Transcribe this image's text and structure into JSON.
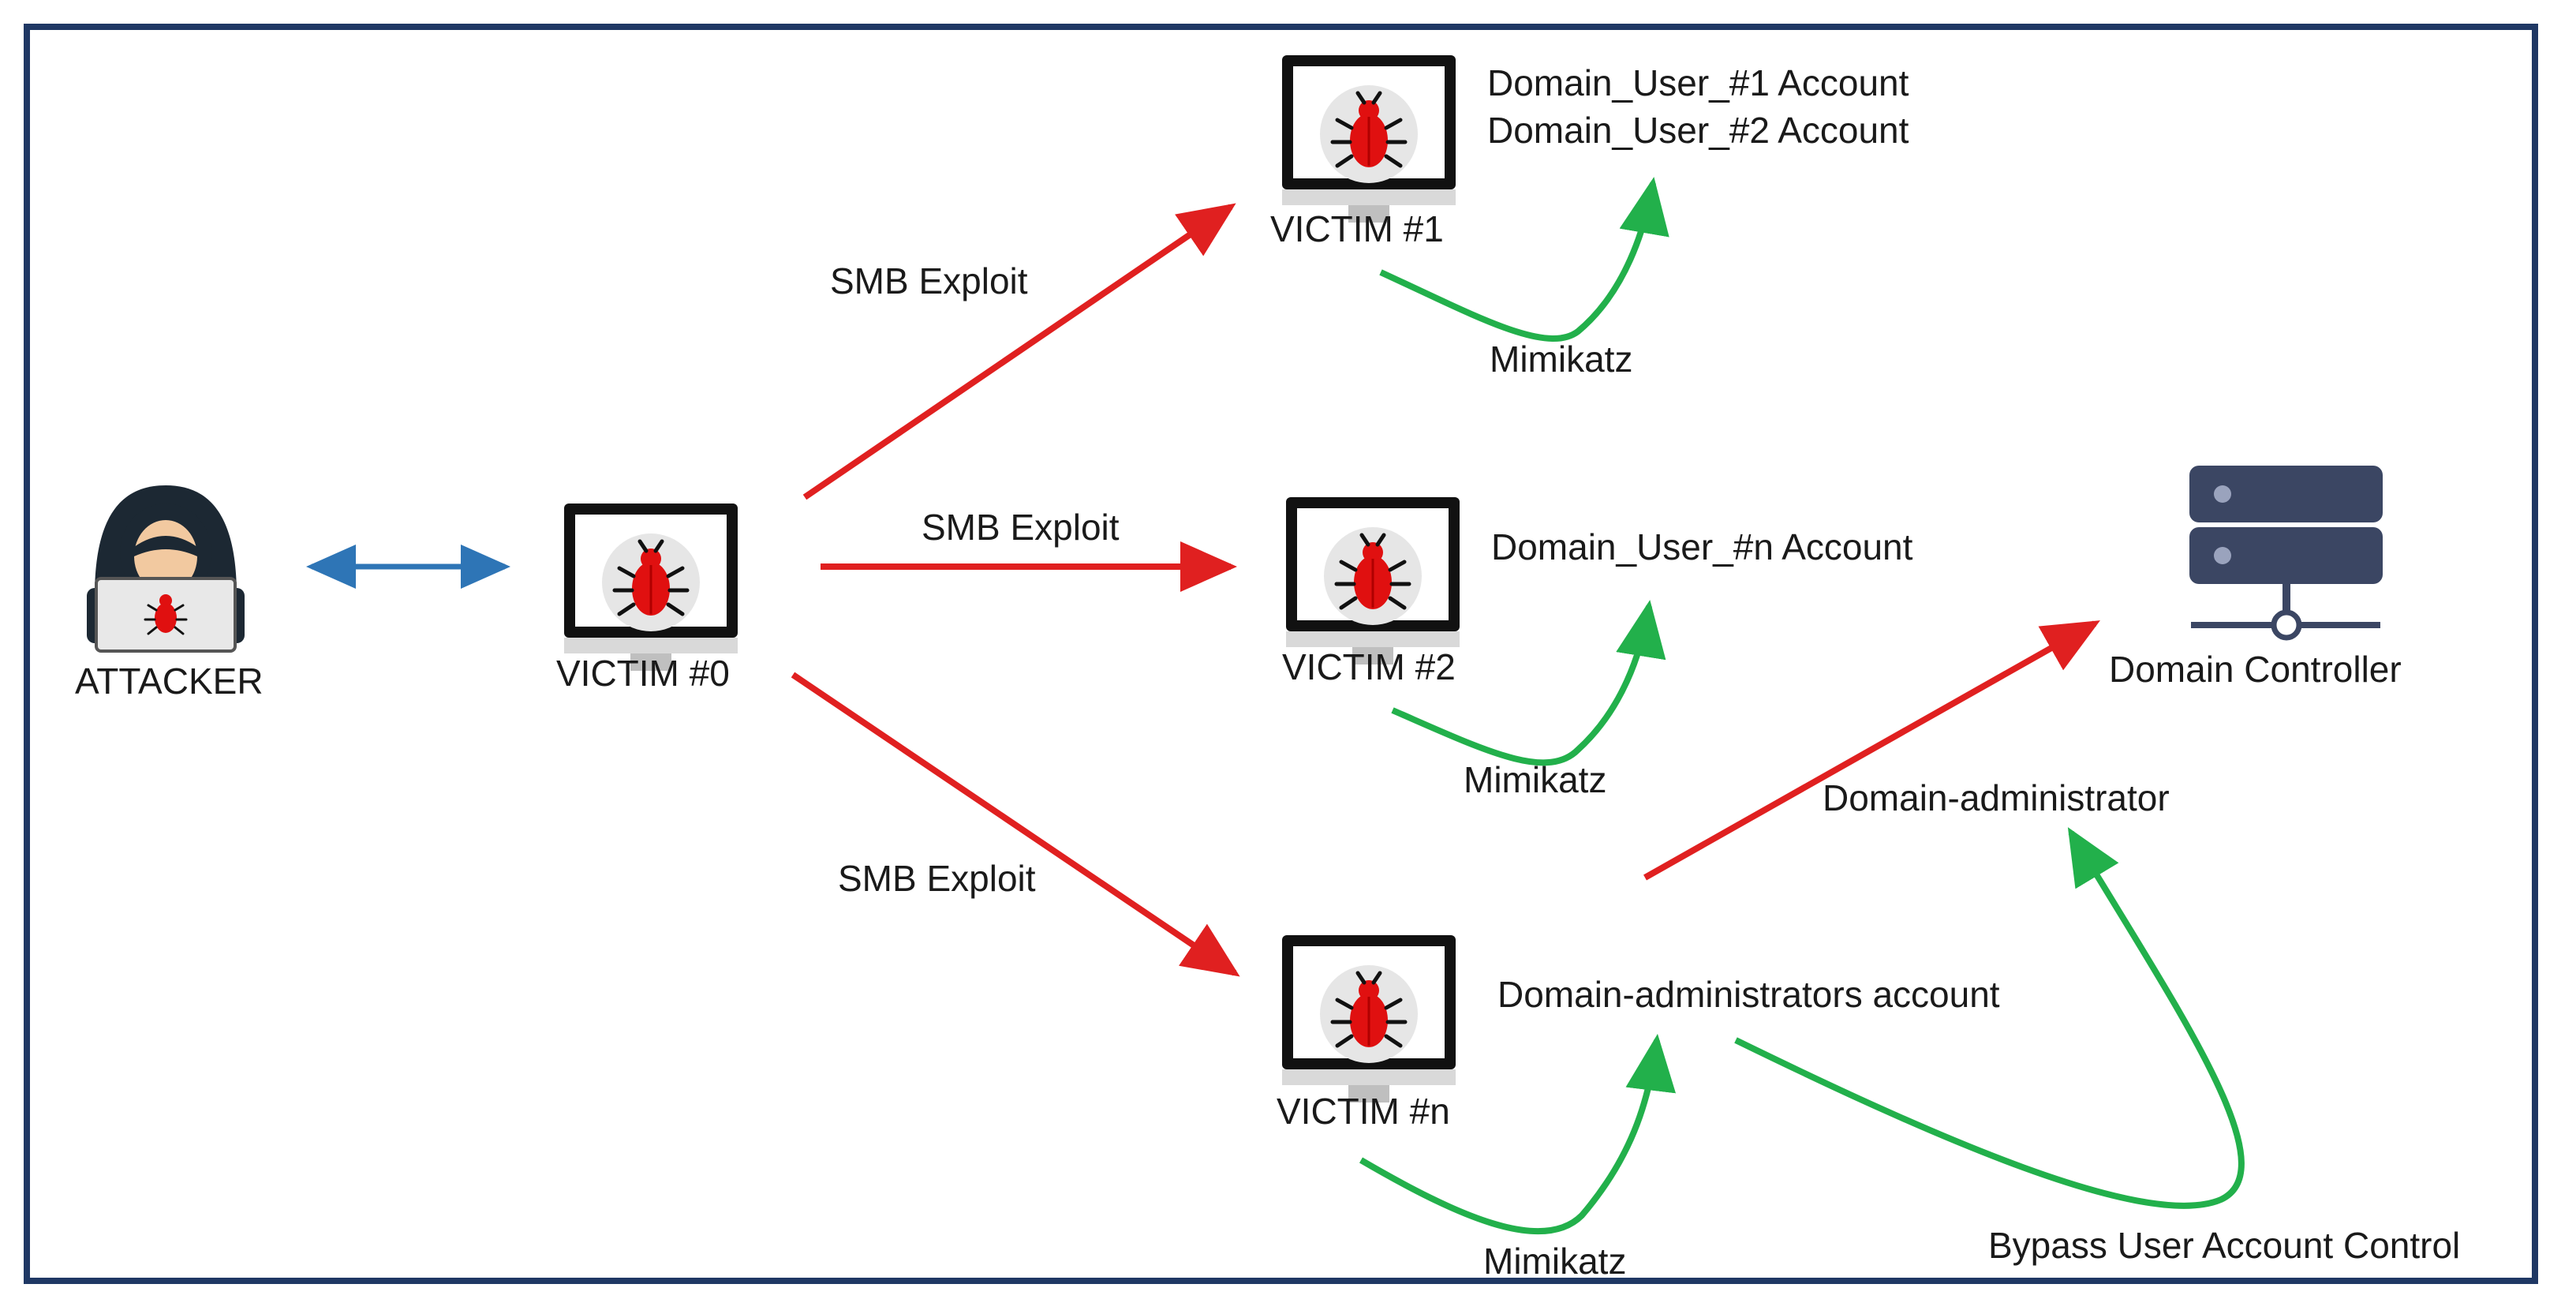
{
  "nodes": {
    "attacker": "ATTACKER",
    "victim0": "VICTIM #0",
    "victim1": "VICTIM #1",
    "victim2": "VICTIM #2",
    "victimN": "VICTIM #n",
    "dc": "Domain Controller"
  },
  "edges": {
    "smb1": "SMB Exploit",
    "smb2": "SMB Exploit",
    "smb3": "SMB Exploit",
    "mimi1": "Mimikatz",
    "mimi2": "Mimikatz",
    "mimi3": "Mimikatz",
    "domain_admin": "Domain-administrator",
    "bypass": "Bypass User Account Control"
  },
  "accounts": {
    "victim1_line1": "Domain_User_#1 Account",
    "victim1_line2": "Domain_User_#2 Account",
    "victim2": "Domain_User_#n Account",
    "victimN": "Domain-administrators account"
  },
  "colors": {
    "border": "#1f3864",
    "exploit_arrow": "#e02020",
    "mimikatz_arrow": "#22b04b",
    "link_arrow": "#2e75b6",
    "bug": "#e01010",
    "server": "#3b4663"
  }
}
